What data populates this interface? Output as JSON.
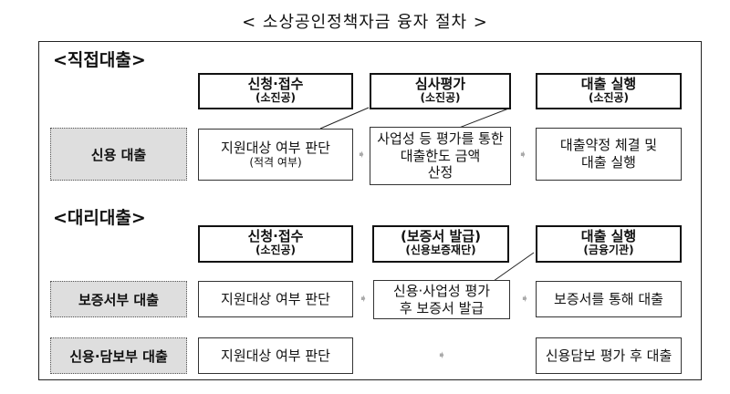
{
  "title": "< 소상공인정책자금 융자 절차 >",
  "direct": {
    "label": "<직접대출>",
    "headers": [
      {
        "name": "신청·접수",
        "org": "(소진공)"
      },
      {
        "name": "심사평가",
        "org": "(소진공)"
      },
      {
        "name": "대출 실행",
        "org": "(소진공)"
      }
    ],
    "rows": [
      {
        "category": "신용 대출",
        "step1": "지원대상 여부 판단",
        "step1_sub": "(적격 여부)",
        "step2": [
          "사업성 등 평가를 통한",
          "대출한도 금액",
          "산정"
        ],
        "step3": [
          "대출약정 체결 및",
          "대출 실행"
        ]
      }
    ]
  },
  "agency": {
    "label": "<대리대출>",
    "headers": [
      {
        "name": "신청·접수",
        "org": "(소진공)"
      },
      {
        "name": "(보증서 발급)",
        "org": "(신용보증재단)"
      },
      {
        "name": "대출 실행",
        "org": "(금융기관)"
      }
    ],
    "rows": [
      {
        "category": "보증서부 대출",
        "step1": "지원대상 여부 판단",
        "step2": [
          "신용·사업성 평가",
          "후 보증서 발급"
        ],
        "step3": "보증서를 통해 대출"
      },
      {
        "category": "신용·담보부 대출",
        "step1": "지원대상 여부 판단",
        "step3": "신용담보 평가 후 대출"
      }
    ]
  },
  "arrow_glyph": "➧",
  "colors": {
    "category_bg": "#dedede",
    "arrow": "#aaaaaa"
  }
}
